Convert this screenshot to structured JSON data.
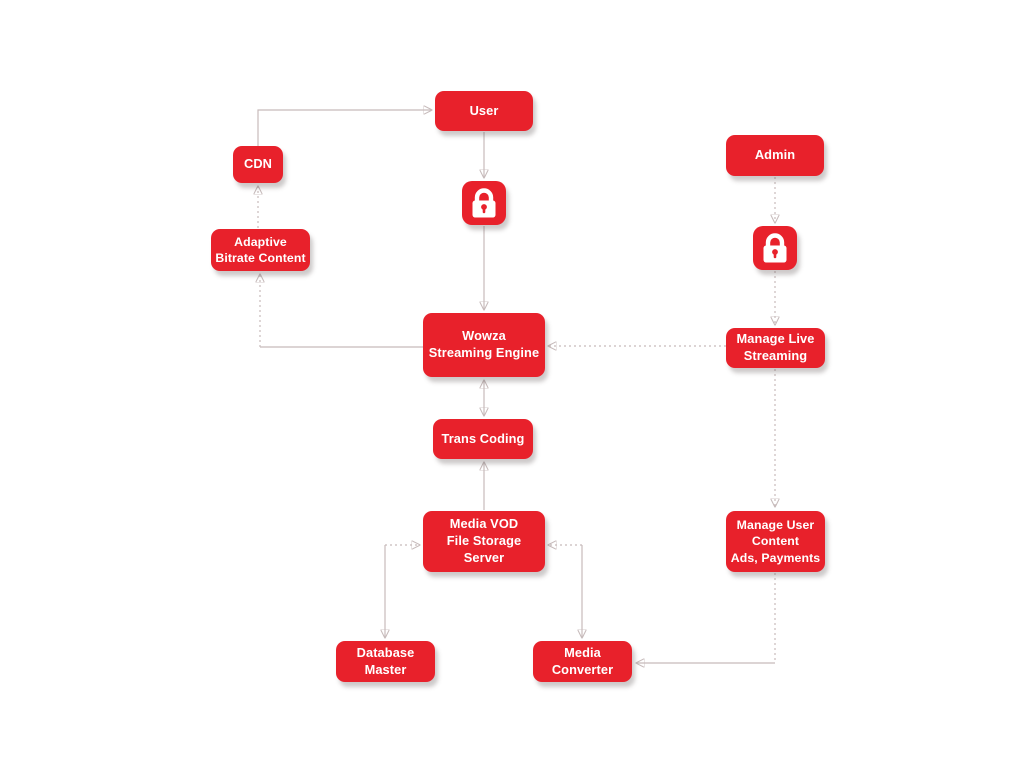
{
  "diagram": {
    "background_color": "#ffffff",
    "node_color": "#e8212b",
    "node_text_color": "#ffffff",
    "connector_color": "#c7bbbb",
    "arrowhead_color": "#b3a5a5",
    "nodes": {
      "user": {
        "label": "User"
      },
      "cdn": {
        "label": "CDN"
      },
      "adaptive_bitrate": {
        "label": "Adaptive\nBitrate Content"
      },
      "admin": {
        "label": "Admin"
      },
      "user_lock": {
        "icon": "lock-icon"
      },
      "admin_lock": {
        "icon": "lock-icon"
      },
      "wowza": {
        "label": "Wowza\nStreaming Engine"
      },
      "manage_live": {
        "label": "Manage Live\nStreaming"
      },
      "trans_coding": {
        "label": "Trans Coding"
      },
      "media_vod": {
        "label": "Media VOD\nFile Storage\nServer"
      },
      "manage_user": {
        "label": "Manage User\nContent\nAds, Payments"
      },
      "database_master": {
        "label": "Database\nMaster"
      },
      "media_converter": {
        "label": "Media\nConverter"
      }
    },
    "edges": [
      {
        "from": "adaptive_bitrate",
        "to": "cdn",
        "style": "dotted",
        "arrow": "to"
      },
      {
        "from": "cdn",
        "to": "user",
        "style": "solid",
        "arrow": "to"
      },
      {
        "from": "user",
        "to": "user_lock",
        "style": "solid",
        "arrow": "to"
      },
      {
        "from": "user_lock",
        "to": "wowza",
        "style": "solid",
        "arrow": "to"
      },
      {
        "from": "admin",
        "to": "admin_lock",
        "style": "dotted",
        "arrow": "to"
      },
      {
        "from": "admin_lock",
        "to": "manage_live",
        "style": "dotted",
        "arrow": "to"
      },
      {
        "from": "manage_live",
        "to": "wowza",
        "style": "dotted",
        "arrow": "to"
      },
      {
        "from": "wowza",
        "to": "adaptive_bitrate",
        "style": "solid-then-dotted",
        "arrow": "to"
      },
      {
        "from": "wowza",
        "to": "trans_coding",
        "style": "solid",
        "arrow": "both"
      },
      {
        "from": "media_vod",
        "to": "trans_coding",
        "style": "solid",
        "arrow": "to"
      },
      {
        "from": "database_master",
        "to": "media_vod",
        "style": "dotted",
        "arrow": "to"
      },
      {
        "from": "media_vod",
        "to": "database_master",
        "style": "solid",
        "arrow": "to"
      },
      {
        "from": "media_converter",
        "to": "media_vod",
        "style": "dotted",
        "arrow": "to"
      },
      {
        "from": "media_vod",
        "to": "media_converter",
        "style": "solid",
        "arrow": "to"
      },
      {
        "from": "manage_live",
        "to": "manage_user",
        "style": "dotted",
        "arrow": "to"
      },
      {
        "from": "manage_user",
        "to": "media_converter",
        "style": "dotted-then-solid",
        "arrow": "to"
      }
    ]
  }
}
